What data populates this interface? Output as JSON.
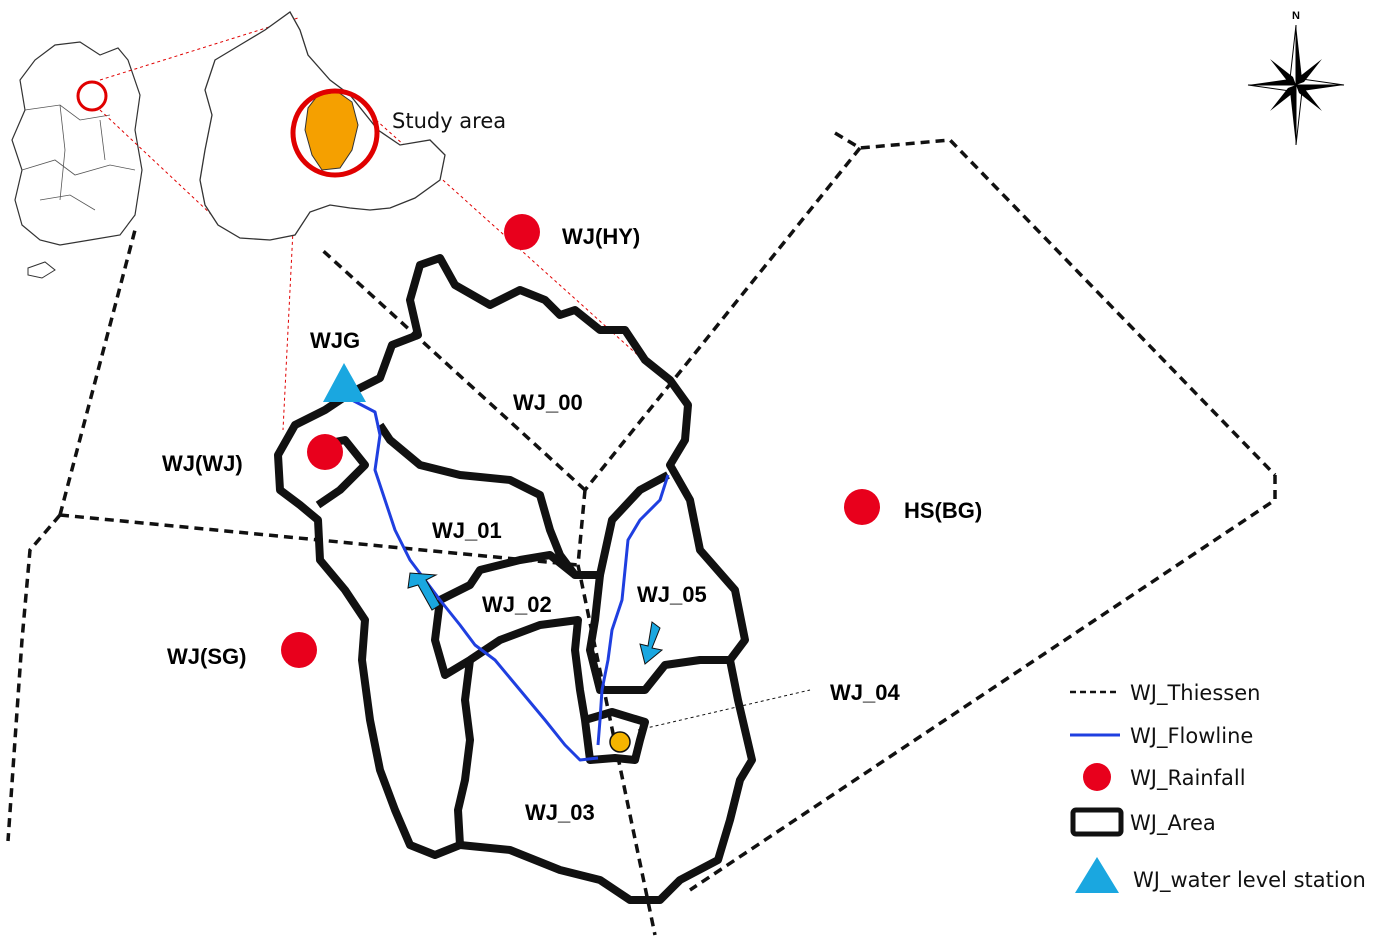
{
  "inset": {
    "study_area_label": "Study area"
  },
  "compass": {
    "north_label": "N"
  },
  "subbasins": [
    {
      "id": "WJ_00",
      "label": "WJ_00"
    },
    {
      "id": "WJ_01",
      "label": "WJ_01"
    },
    {
      "id": "WJ_02",
      "label": "WJ_02"
    },
    {
      "id": "WJ_03",
      "label": "WJ_03"
    },
    {
      "id": "WJ_04",
      "label": "WJ_04"
    },
    {
      "id": "WJ_05",
      "label": "WJ_05"
    }
  ],
  "rainfall_stations": [
    {
      "label": "WJ(HY)"
    },
    {
      "label": "WJ(WJ)"
    },
    {
      "label": "HS(BG)"
    },
    {
      "label": "WJ(SG)"
    }
  ],
  "water_level_station": {
    "label": "WJG"
  },
  "legend": {
    "items": [
      {
        "label": "WJ_Thiessen",
        "symbol": "dashed-line"
      },
      {
        "label": "WJ_Flowline",
        "symbol": "blue-line"
      },
      {
        "label": "WJ_Rainfall",
        "symbol": "red-circle"
      },
      {
        "label": "WJ_Area",
        "symbol": "black-box"
      },
      {
        "label": "WJ_water level station",
        "symbol": "blue-triangle"
      }
    ]
  },
  "colors": {
    "rainfall": "#e8001c",
    "flowline": "#1f3fe0",
    "water_level": "#1aa7e0",
    "study_fill": "#f5a000",
    "inset_circle": "#e00000",
    "outlet": "#f5b400",
    "arrow": "#1aa7e0"
  }
}
